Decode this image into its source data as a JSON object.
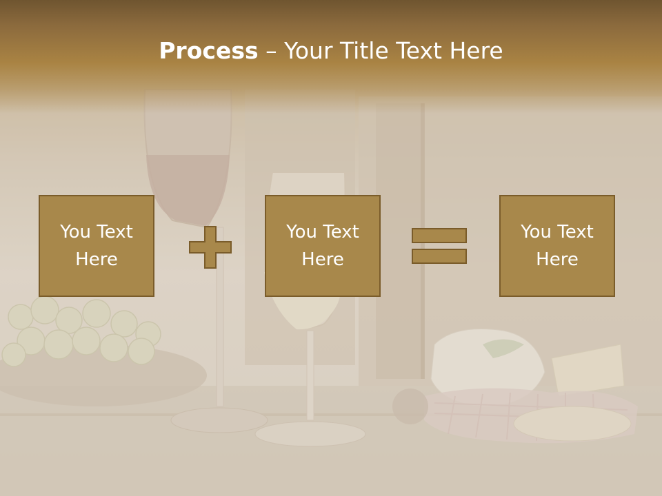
{
  "slide": {
    "title_bold": "Process",
    "title_rest": " – Your Title Text Here",
    "boxes": [
      {
        "text": "You Text Here"
      },
      {
        "text": "You Text Here"
      },
      {
        "text": "You Text Here"
      }
    ],
    "operators": [
      "plus-icon",
      "equals-icon"
    ],
    "colors": {
      "header": "#a98343",
      "box_fill": "#a8884b",
      "box_border": "#7a5c2a",
      "text": "#ffffff"
    }
  }
}
